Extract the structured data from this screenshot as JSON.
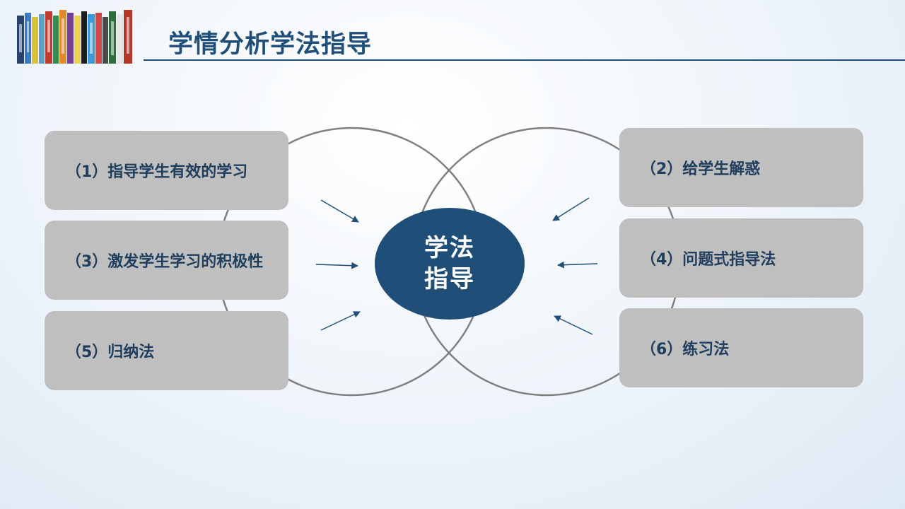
{
  "header": {
    "title": "学情分析学法指导"
  },
  "center": {
    "line1": "学法",
    "line2": "指导"
  },
  "items": [
    {
      "label": "（1）指导学生有效的学习"
    },
    {
      "label": "（2）给学生解惑"
    },
    {
      "label": "（3）激发学生学习的积极性"
    },
    {
      "label": "（4）问题式指导法"
    },
    {
      "label": "（5）归纳法"
    },
    {
      "label": "（6）练习法"
    }
  ],
  "colors": {
    "title": "#1f4f7a",
    "center_fill": "#1f4e79",
    "box_fill": "#bfbfbf",
    "box_text": "#1f3e5e",
    "circle_stroke": "#7f7f7f",
    "arrow": "#1f4e79"
  },
  "icons": {
    "logo": "books-icon"
  }
}
